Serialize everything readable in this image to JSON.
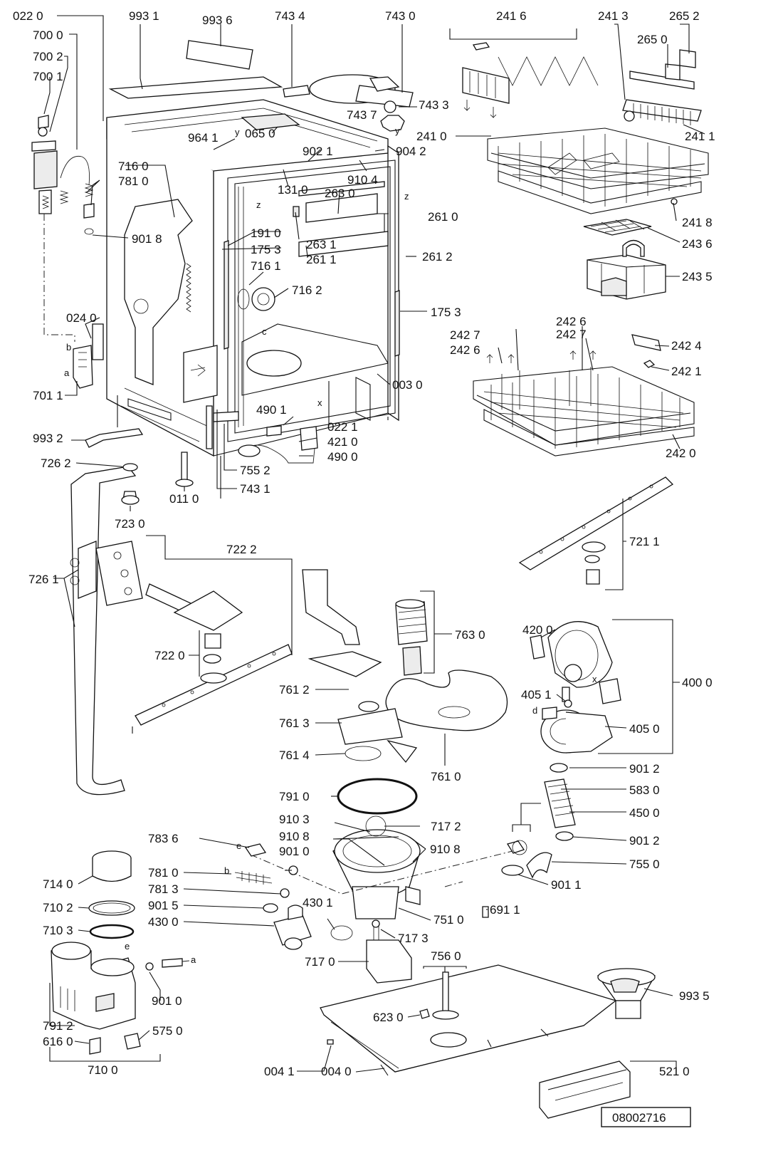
{
  "callouts": [
    {
      "text": "022 0"
    },
    {
      "text": "700 0"
    },
    {
      "text": "700 2"
    },
    {
      "text": "700 1"
    },
    {
      "text": "993 1"
    },
    {
      "text": "993 6"
    },
    {
      "text": "743 4"
    },
    {
      "text": "743 0"
    },
    {
      "text": "241 6"
    },
    {
      "text": "241 3"
    },
    {
      "text": "265 2"
    },
    {
      "text": "265 0"
    },
    {
      "text": "743 7"
    },
    {
      "text": "743 3"
    },
    {
      "text": "065 0"
    },
    {
      "text": "964 1"
    },
    {
      "text": "902 1"
    },
    {
      "text": "904 2"
    },
    {
      "text": "241 0"
    },
    {
      "text": "241 1"
    },
    {
      "text": "716 0"
    },
    {
      "text": "781 0"
    },
    {
      "text": "910 4"
    },
    {
      "text": "131 0"
    },
    {
      "text": "263 0"
    },
    {
      "text": "261 0"
    },
    {
      "text": "241 8"
    },
    {
      "text": "901 8"
    },
    {
      "text": "191 0"
    },
    {
      "text": "263 1"
    },
    {
      "text": "175 3"
    },
    {
      "text": "261 1"
    },
    {
      "text": "261 2"
    },
    {
      "text": "243 6"
    },
    {
      "text": "716 1"
    },
    {
      "text": "716 2"
    },
    {
      "text": "243 5"
    },
    {
      "text": "175 3"
    },
    {
      "text": "024 0"
    },
    {
      "text": "242 6"
    },
    {
      "text": "242 7"
    },
    {
      "text": "242 7"
    },
    {
      "text": "242 6"
    },
    {
      "text": "242 4"
    },
    {
      "text": "242 1"
    },
    {
      "text": "003 0"
    },
    {
      "text": "701 1"
    },
    {
      "text": "490 1"
    },
    {
      "text": "022 1"
    },
    {
      "text": "993 2"
    },
    {
      "text": "421 0"
    },
    {
      "text": "490 0"
    },
    {
      "text": "242 0"
    },
    {
      "text": "726 2"
    },
    {
      "text": "755 2"
    },
    {
      "text": "011 0"
    },
    {
      "text": "743 1"
    },
    {
      "text": "723 0"
    },
    {
      "text": "722 2"
    },
    {
      "text": "721 1"
    },
    {
      "text": "726 1"
    },
    {
      "text": "763 0"
    },
    {
      "text": "722 0"
    },
    {
      "text": "420 0"
    },
    {
      "text": "761 2"
    },
    {
      "text": "400 0"
    },
    {
      "text": "405 1"
    },
    {
      "text": "761 3"
    },
    {
      "text": "405 0"
    },
    {
      "text": "761 4"
    },
    {
      "text": "761 0"
    },
    {
      "text": "901 2"
    },
    {
      "text": "791 0"
    },
    {
      "text": "583 0"
    },
    {
      "text": "450 0"
    },
    {
      "text": "910 3"
    },
    {
      "text": "717 2"
    },
    {
      "text": "910 8"
    },
    {
      "text": "910 8"
    },
    {
      "text": "783 6"
    },
    {
      "text": "901 0"
    },
    {
      "text": "901 2"
    },
    {
      "text": "755 0"
    },
    {
      "text": "714 0"
    },
    {
      "text": "781 0"
    },
    {
      "text": "901 1"
    },
    {
      "text": "781 3"
    },
    {
      "text": "710 2"
    },
    {
      "text": "430 1"
    },
    {
      "text": "901 5"
    },
    {
      "text": "751 0"
    },
    {
      "text": "691 1"
    },
    {
      "text": "710 3"
    },
    {
      "text": "430 0"
    },
    {
      "text": "717 3"
    },
    {
      "text": "756 0"
    },
    {
      "text": "717 0"
    },
    {
      "text": "901 0"
    },
    {
      "text": "993 5"
    },
    {
      "text": "623 0"
    },
    {
      "text": "791 2"
    },
    {
      "text": "575 0"
    },
    {
      "text": "616 0"
    },
    {
      "text": "710 0"
    },
    {
      "text": "004 1"
    },
    {
      "text": "004 0"
    },
    {
      "text": "521 0"
    }
  ],
  "connector_letters": [
    {
      "text": "b"
    },
    {
      "text": "a"
    },
    {
      "text": "c"
    },
    {
      "text": "x"
    },
    {
      "text": "z"
    },
    {
      "text": "z"
    },
    {
      "text": "y"
    },
    {
      "text": "y"
    },
    {
      "text": "x"
    },
    {
      "text": "d"
    },
    {
      "text": "e"
    },
    {
      "text": "b"
    },
    {
      "text": "e"
    },
    {
      "text": "a"
    }
  ],
  "drawing_id": "08002716"
}
